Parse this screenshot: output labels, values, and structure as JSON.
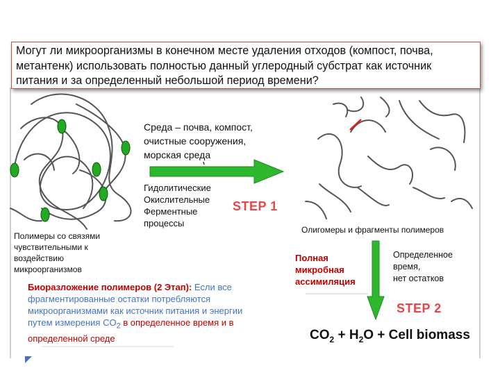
{
  "question": "Могут ли микроорганизмы в конечном месте удаления отходов (компост, почва, метантенк) использовать полностью данный углеродный субстрат как источник питания и за определенный небольшой период времени?",
  "environment": [
    "Среда – почва, компост,",
    "очистные сооружения,",
    "морская среда"
  ],
  "processes": [
    "Гидолитические",
    "Окислительные",
    "Ферментные",
    "процессы"
  ],
  "polymer_label": [
    "Полимеры со связями",
    "чувствительными к",
    "воздействию",
    "микроорганизмов"
  ],
  "oligomer_label": "Олигомеры и фрагменты полимеров",
  "assimilation": [
    "Полная",
    "микробная",
    "ассимиляция"
  ],
  "time_label": [
    "Определенное",
    "время,",
    "нет остатков"
  ],
  "biodegradation": {
    "title": "Биоразложение  полимеров (2 Этап):",
    "part1": " Если все фрагментированные остатки потребляются микроорганизмами как источник питания и энергии путем измерения CO",
    "sub": "2",
    "part2": " в определенное время и в определенной среде"
  },
  "step1": "STEP 1",
  "step2": "STEP 2",
  "products": {
    "co2": "CO",
    "co2_sub": "2",
    "plus1": " + H",
    "h2o_sub": "2",
    "rest": "O + Cell biomass"
  },
  "colors": {
    "arrow": "#2db82d",
    "node": "#22aa22",
    "step": "#e84545",
    "red_text": "#c00000",
    "blue_text": "#4472c4",
    "chain": "#555555"
  }
}
